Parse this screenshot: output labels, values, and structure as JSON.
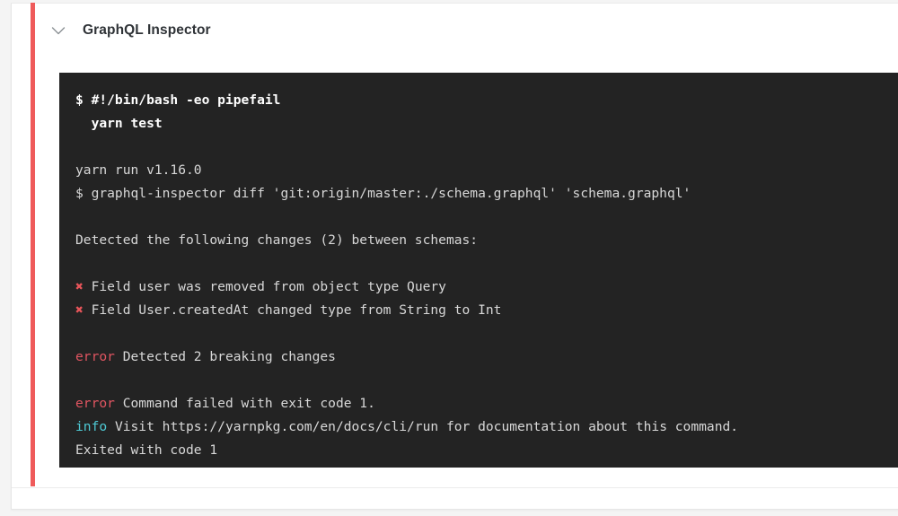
{
  "header": {
    "title": "GraphQL Inspector",
    "collapse_icon": "chevron-down-icon"
  },
  "status": {
    "color": "#ef5b5b",
    "state": "failed"
  },
  "terminal": {
    "background": "#232323",
    "colors": {
      "text": "#d8d8d8",
      "bold_text": "#ffffff",
      "error": "#e05561",
      "error_mark": "#e8555a",
      "info": "#4ec9d4"
    },
    "lines": [
      {
        "id": "l1",
        "type": "bold",
        "text": "$ #!/bin/bash -eo pipefail"
      },
      {
        "id": "l2",
        "type": "bold",
        "text": "  yarn test"
      },
      {
        "id": "l3",
        "type": "blank",
        "text": " "
      },
      {
        "id": "l4",
        "type": "plain",
        "text": "yarn run v1.16.0"
      },
      {
        "id": "l5",
        "type": "plain",
        "text": "$ graphql-inspector diff 'git:origin/master:./schema.graphql' 'schema.graphql'"
      },
      {
        "id": "l6",
        "type": "blank",
        "text": " "
      },
      {
        "id": "l7",
        "type": "plain",
        "text": "Detected the following changes (2) between schemas:"
      },
      {
        "id": "l8",
        "type": "blank",
        "text": " "
      },
      {
        "id": "l9",
        "mark": "✖",
        "type": "marked",
        "text": " Field user was removed from object type Query"
      },
      {
        "id": "l10",
        "mark": "✖",
        "type": "marked",
        "text": " Field User.createdAt changed type from String to Int"
      },
      {
        "id": "l11",
        "type": "blank",
        "text": " "
      },
      {
        "id": "l12",
        "prefix": "error",
        "type": "error",
        "text": " Detected 2 breaking changes"
      },
      {
        "id": "l13",
        "type": "blank",
        "text": " "
      },
      {
        "id": "l14",
        "prefix": "error",
        "type": "error",
        "text": " Command failed with exit code 1."
      },
      {
        "id": "l15",
        "prefix": "info",
        "type": "info",
        "text": " Visit https://yarnpkg.com/en/docs/cli/run for documentation about this command."
      },
      {
        "id": "l16",
        "type": "plain",
        "text": "Exited with code 1"
      }
    ]
  }
}
